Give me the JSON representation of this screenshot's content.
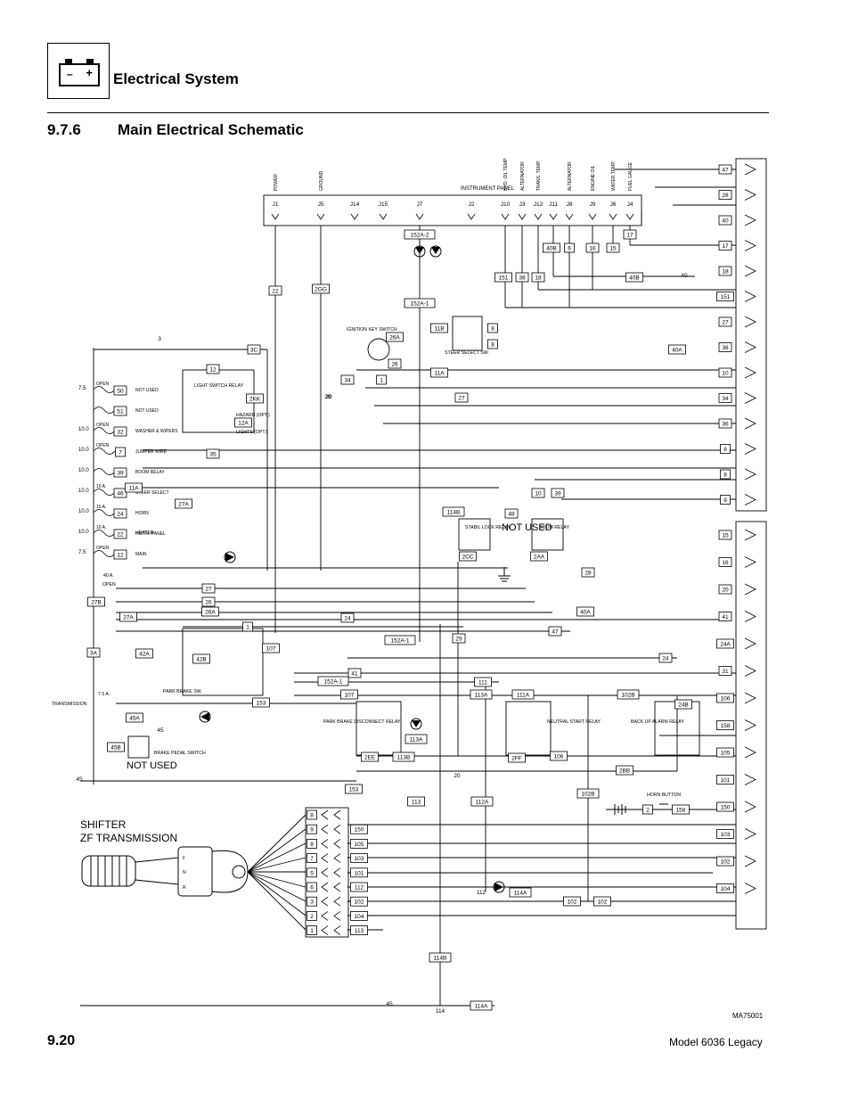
{
  "header": {
    "title": "Electrical System",
    "battery_minus": "–",
    "battery_plus": "+"
  },
  "section": {
    "number": "9.7.6",
    "title": "Main Electrical Schematic"
  },
  "footer": {
    "page_number": "9.20",
    "model": "Model  6036 Legacy",
    "figure_id": "MA75001"
  },
  "instrument_panel": {
    "title": "INSTRUMENT PANEL",
    "connectors": [
      {
        "id": "J1",
        "label": "POWER"
      },
      {
        "id": "J5",
        "label": "GROUND"
      },
      {
        "id": "J14",
        "label": ""
      },
      {
        "id": "J15",
        "label": ""
      },
      {
        "id": "J7",
        "label": ""
      },
      {
        "id": "J2",
        "label": ""
      },
      {
        "id": "J10",
        "label": "HYD. OIL TEMP."
      },
      {
        "id": "J3",
        "label": "ALTERNATOR"
      },
      {
        "id": "J12",
        "label": "TRANS. TEMP."
      },
      {
        "id": "J11",
        "label": ""
      },
      {
        "id": "J8",
        "label": "ALTERNATOR"
      },
      {
        "id": "J9",
        "label": "ENGINE OIL"
      },
      {
        "id": "J6",
        "label": "WATER TEMP."
      },
      {
        "id": "J4",
        "label": "FUEL GAUGE"
      }
    ]
  },
  "fuse_panel": [
    {
      "rating": "7.5",
      "state": "OPEN",
      "wire": "50",
      "note": "NOT USED"
    },
    {
      "rating": "",
      "state": "",
      "wire": "51",
      "note": "NOT USED"
    },
    {
      "rating": "10.0",
      "state": "OPEN",
      "wire": "32",
      "note": "WASHER & WIPERS"
    },
    {
      "rating": "10.0",
      "state": "OPEN",
      "wire": "7",
      "note": "JUMPER WIRE"
    },
    {
      "rating": "10.0",
      "state": "",
      "wire": "39",
      "note": "BOOM RELAY"
    },
    {
      "rating": "10.0",
      "state": "10 A.",
      "wire": "46",
      "note": "STEER SELECT"
    },
    {
      "rating": "10.0",
      "state": "10 A.",
      "wire": "24",
      "note": "HORN"
    },
    {
      "rating": "10.0",
      "state": "10 A.",
      "wire": "22",
      "note": "INSTR. PANEL"
    },
    {
      "rating": "7.5",
      "state": "OPEN",
      "wire": "12",
      "note": "MAIN"
    }
  ],
  "components": {
    "light_switch_relay": "LIGHT SWITCH RELAY",
    "hazard": "HAZARD (OPT.)",
    "lights": "LIGHTS (OPT.)",
    "ignition": "IGNITION KEY SWITCH",
    "steer_select_sw": "STEER SELECT SW.",
    "heater": "HEATER",
    "open": "OPEN",
    "forty_a": "40 A.",
    "seven_five_a": "7.5 A.",
    "transmission": "TRANSMISSION",
    "park_brake_sw": "PARK BRAKE SW.",
    "brake_pedal_switch": "BRAKE PEDAL SWITCH",
    "not_used_1": "NOT USED",
    "not_used_2": "NOT USED",
    "stabil_lock_relay": "STABIL LOCK RELAY",
    "boom_relay": "BOOM RELAY",
    "park_brake_disconnect_relay": "PARK BRAKE DISCONNECT RELAY",
    "neutral_start_relay": "NEUTRAL START RELAY",
    "back_up_alarm_relay": "BACK UP ALARM RELAY",
    "horn_button": "HORN BUTTON",
    "shifter_line1": "SHIFTER",
    "shifter_line2": "ZF TRANSMISSION",
    "shifter_f": "F",
    "shifter_n": "N",
    "shifter_r": "R"
  },
  "right_connector_top": [
    "47",
    "28",
    "40",
    "17",
    "18",
    "151",
    "27",
    "38",
    "10",
    "34",
    "36",
    "8",
    "8",
    "9"
  ],
  "right_connector_bottom": [
    "15",
    "16",
    "20",
    "41",
    "24A",
    "31",
    "106",
    "158",
    "105",
    "101",
    "150",
    "103",
    "102",
    "104"
  ],
  "shifter_connector": [
    {
      "pin": "8",
      "wire": ""
    },
    {
      "pin": "9",
      "wire": "150"
    },
    {
      "pin": "8",
      "wire": "105"
    },
    {
      "pin": "7",
      "wire": "103"
    },
    {
      "pin": "5",
      "wire": "101"
    },
    {
      "pin": "6",
      "wire": "112"
    },
    {
      "pin": "3",
      "wire": "102"
    },
    {
      "pin": "2",
      "wire": "104"
    },
    {
      "pin": "1",
      "wire": "113"
    }
  ],
  "wire_labels": [
    "3",
    "3C",
    "22",
    "2GG",
    "152A-2",
    "152A-1",
    "151",
    "38",
    "18",
    "40B",
    "6",
    "16",
    "15",
    "17",
    "40B",
    "40",
    "11B",
    "8",
    "8",
    "11A",
    "26A",
    "26",
    "34",
    "1",
    "12",
    "2KK",
    "12A",
    "20",
    "27",
    "35",
    "40A",
    "11A",
    "27A",
    "27",
    "26",
    "26A",
    "27B",
    "27A",
    "3A",
    "42A",
    "42B",
    "1",
    "24",
    "152A-1",
    "107",
    "41",
    "152A-1",
    "107",
    "153",
    "45A",
    "45",
    "45B",
    "45",
    "24",
    "29",
    "114B",
    "48",
    "10",
    "39",
    "2CC",
    "2AA",
    "28",
    "40A",
    "47",
    "111",
    "113A",
    "111A",
    "113A",
    "2EE",
    "113B",
    "2FF",
    "106",
    "102B",
    "24B",
    "2BB",
    "20",
    "102B",
    "153",
    "113",
    "112A",
    "112",
    "114A",
    "102",
    "102",
    "2",
    "158",
    "114B",
    "114A",
    "45",
    "114",
    "20"
  ]
}
